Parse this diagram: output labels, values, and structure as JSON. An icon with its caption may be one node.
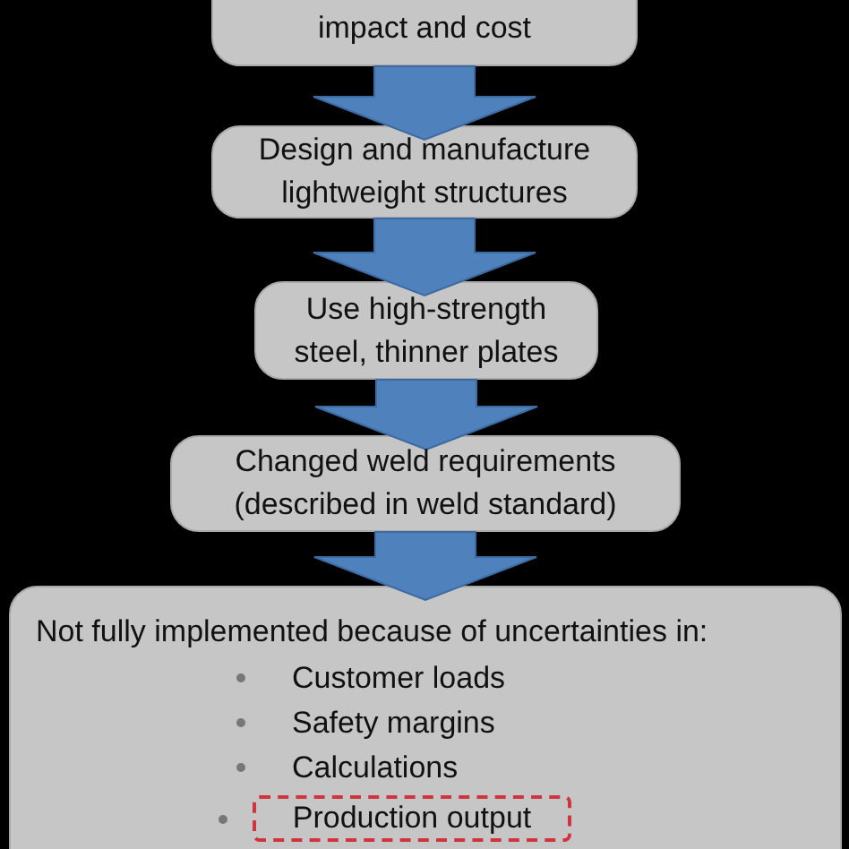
{
  "diagram": {
    "nodes": [
      {
        "text": [
          "impact and cost"
        ]
      },
      {
        "text": [
          "Design and manufacture lightweight structures"
        ]
      },
      {
        "text": [
          "Use high-strength steel, thinner plates"
        ]
      },
      {
        "text": [
          "Changed weld requirements (described in weld standard)"
        ]
      },
      {
        "text": [
          "Not fully implemented because of uncertainties in:",
          "Customer loads",
          "Safety margins",
          "Calculations"
        ]
      },
      {
        "text": [
          "Production output"
        ],
        "in": 4
      }
    ],
    "edges": [
      {
        "from": 0,
        "to": 1,
        "arrow": "to"
      },
      {
        "from": 1,
        "to": 2,
        "arrow": "to"
      },
      {
        "from": 2,
        "to": 3,
        "arrow": "to"
      },
      {
        "from": 3,
        "to": 4,
        "arrow": "to"
      }
    ]
  }
}
